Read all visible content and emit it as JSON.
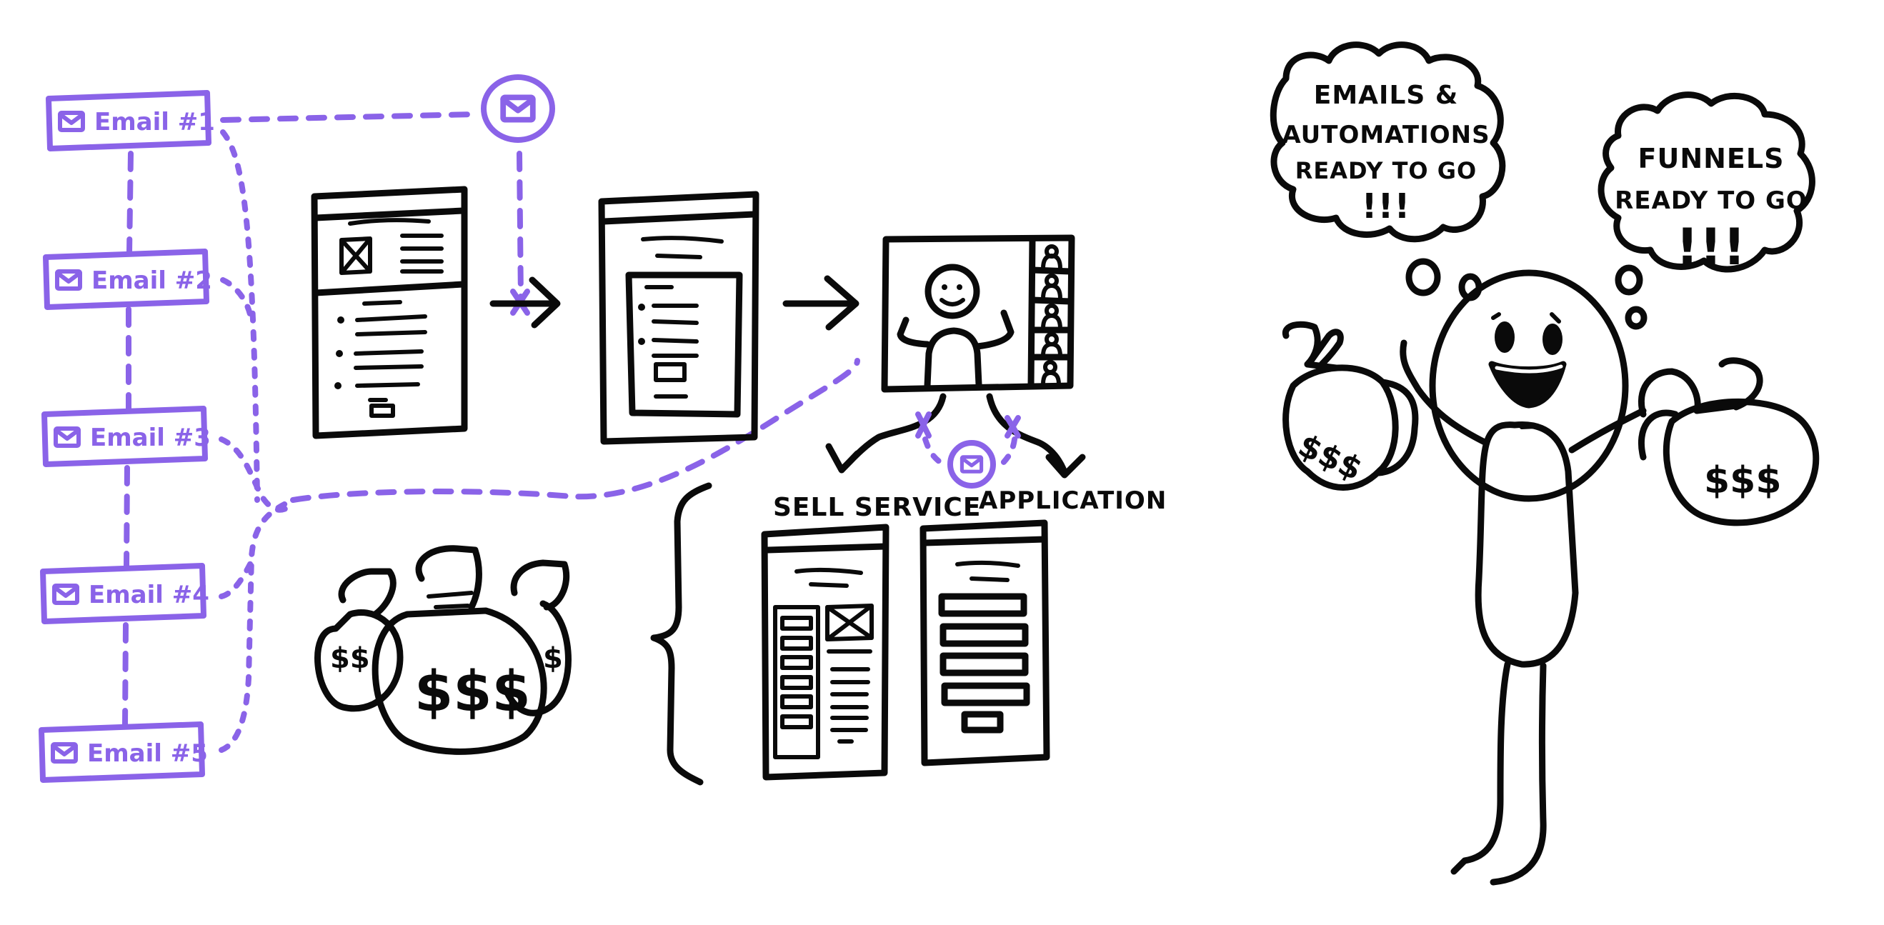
{
  "colors": {
    "accent": "#8a63e8",
    "ink": "#0a0a0a",
    "background": "#ffffff"
  },
  "email_sequence": {
    "icon": "envelope-icon",
    "emails": [
      {
        "label": "Email #1"
      },
      {
        "label": "Email #2"
      },
      {
        "label": "Email #3"
      },
      {
        "label": "Email #4"
      },
      {
        "label": "Email #5"
      }
    ]
  },
  "funnel": {
    "steps": [
      {
        "name": "landing-page",
        "icon": "webpage-icon"
      },
      {
        "name": "opt-in-page",
        "icon": "webpage-icon"
      },
      {
        "name": "webinar",
        "icon": "video-call-icon"
      }
    ],
    "branches": [
      {
        "label": "SELL SERVICE"
      },
      {
        "label": "APPLICATION"
      }
    ],
    "money_symbol": "$$$"
  },
  "thoughts": [
    {
      "lines": [
        "EMAILS &",
        "AUTOMATIONS",
        "READY TO GO"
      ],
      "exclaim": "!!!"
    },
    {
      "lines": [
        "FUNNELS",
        "READY TO GO"
      ],
      "exclaim": "!!!"
    }
  ],
  "character": {
    "bag_left": "$$$",
    "bag_right": "$$$"
  }
}
